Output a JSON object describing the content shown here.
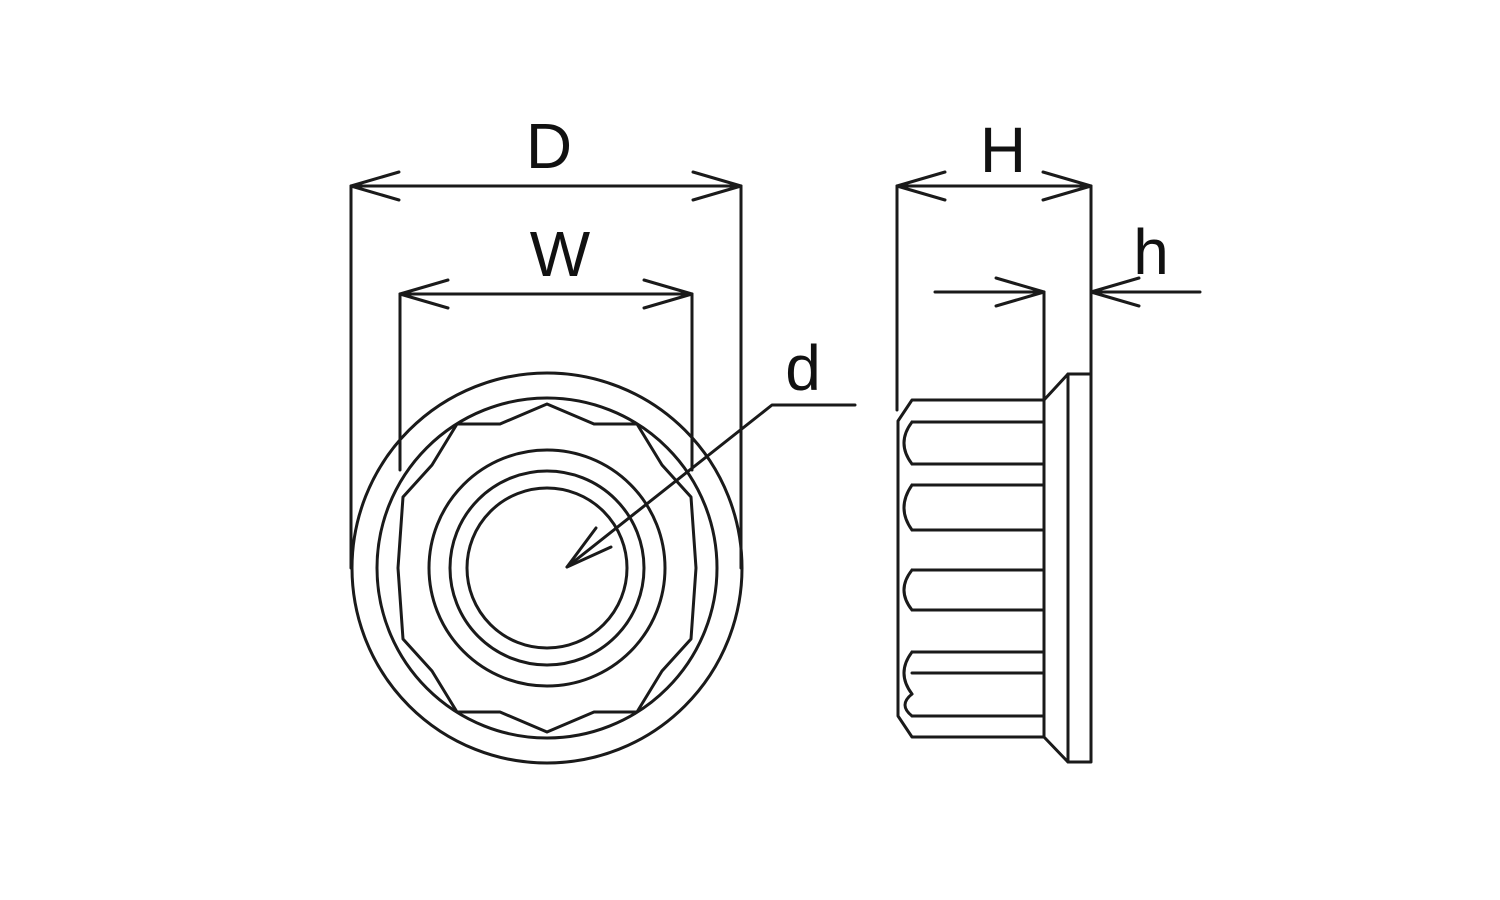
{
  "labels": {
    "outer_diameter": "D",
    "width_across_flats": "W",
    "thread_diameter": "d",
    "height": "H",
    "flange_thickness": "h"
  }
}
